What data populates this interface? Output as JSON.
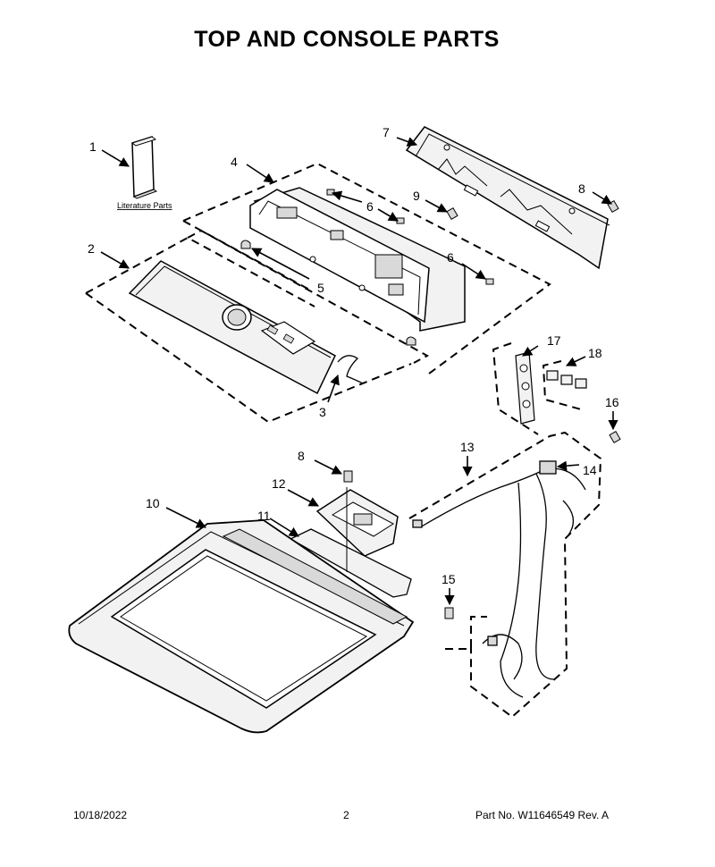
{
  "page": {
    "title": "TOP AND CONSOLE PARTS"
  },
  "callouts": {
    "c1": "1",
    "c2": "2",
    "c3": "3",
    "c4": "4",
    "c5": "5",
    "c6a": "6",
    "c6b": "6",
    "c7": "7",
    "c8a": "8",
    "c8b": "8",
    "c9": "9",
    "c10": "10",
    "c11": "11",
    "c12": "12",
    "c13": "13",
    "c14": "14",
    "c15": "15",
    "c16": "16",
    "c17": "17",
    "c18": "18"
  },
  "literature_label": "Literature Parts",
  "footer": {
    "date": "10/18/2022",
    "page_number": "2",
    "part_number": "Part No.  W11646549  Rev.  A"
  },
  "colors": {
    "line": "#000000",
    "fill_light": "#f2f2f2",
    "fill_mid": "#d9d9d9"
  }
}
